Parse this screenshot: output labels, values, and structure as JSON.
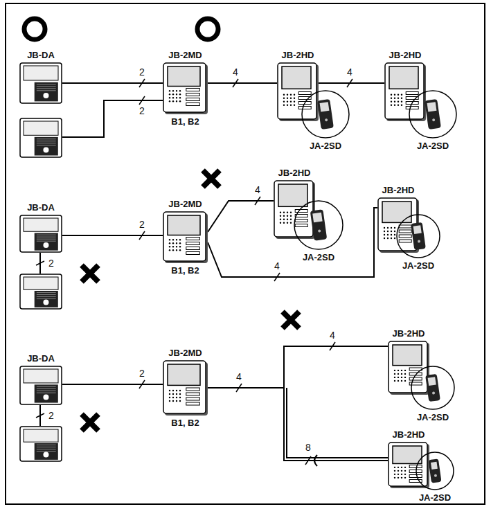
{
  "diagram": {
    "nodes": [
      {
        "text": [
          "JB-DA"
        ]
      },
      {
        "text": [
          "JB-2MD",
          "B1, B2"
        ]
      },
      {
        "text": [
          "JB-2HD"
        ]
      },
      {
        "text": [
          "JA-2SD"
        ]
      },
      {
        "text": [
          "JB-2HD"
        ]
      },
      {
        "text": [
          "JA-2SD"
        ]
      },
      {
        "text": [
          "JB-DA"
        ]
      },
      {
        "text": [
          "JB-2MD",
          "B1, B2"
        ]
      },
      {
        "text": [
          "JB-2HD"
        ]
      },
      {
        "text": [
          "JA-2SD"
        ]
      },
      {
        "text": [
          "JB-2HD"
        ]
      },
      {
        "text": [
          "JA-2SD"
        ]
      },
      {
        "text": [
          "JB-DA"
        ]
      },
      {
        "text": [
          "JB-2MD",
          "B1, B2"
        ]
      },
      {
        "text": [
          "JB-2HD"
        ]
      },
      {
        "text": [
          "JA-2SD"
        ]
      },
      {
        "text": [
          "JB-2HD"
        ]
      },
      {
        "text": [
          "JA-2SD"
        ]
      }
    ],
    "edges": [
      {
        "from": 0,
        "to": 1,
        "label": "2",
        "arrow": "none"
      },
      {
        "from": 1,
        "to": 2,
        "label": "4",
        "arrow": "none"
      },
      {
        "from": 2,
        "to": 4,
        "label": "4",
        "arrow": "none"
      },
      {
        "from": 6,
        "to": 7,
        "label": "2",
        "arrow": "none"
      },
      {
        "from": 7,
        "to": 8,
        "label": "4",
        "arrow": "none"
      },
      {
        "from": 7,
        "to": 10,
        "label": "4",
        "arrow": "none"
      },
      {
        "from": 12,
        "to": 13,
        "label": "2",
        "arrow": "none"
      },
      {
        "from": 13,
        "to": 14,
        "label": "4",
        "arrow": "none"
      },
      {
        "from": 13,
        "to": 16,
        "label": "8",
        "arrow": "none"
      }
    ],
    "labels": [
      "2",
      "2",
      "2",
      "4"
    ]
  }
}
